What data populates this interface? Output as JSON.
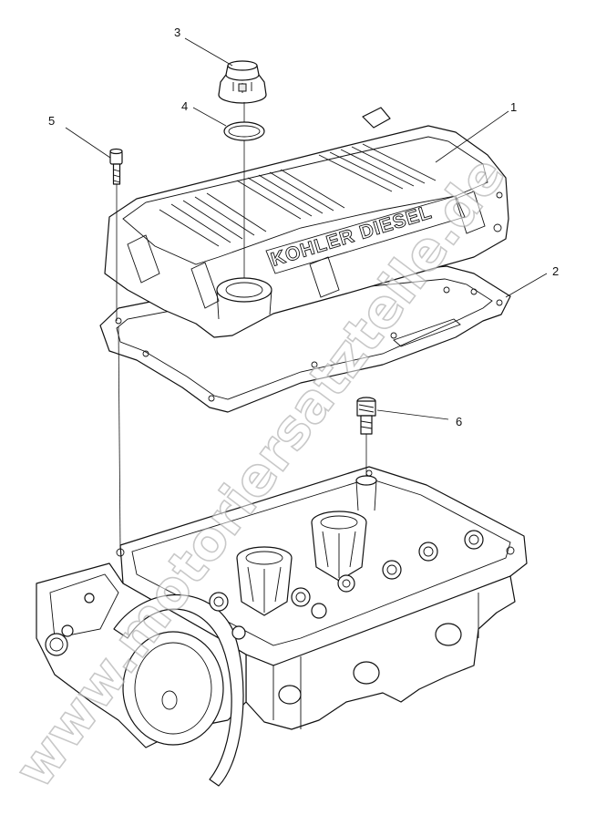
{
  "callouts": [
    {
      "id": "1",
      "text": "1"
    },
    {
      "id": "2",
      "text": "2"
    },
    {
      "id": "3",
      "text": "3"
    },
    {
      "id": "4",
      "text": "4"
    },
    {
      "id": "5",
      "text": "5"
    },
    {
      "id": "6",
      "text": "6"
    }
  ],
  "cover_branding": "KOHLER DIESEL",
  "watermark": "www.motoriersatzteile.de"
}
